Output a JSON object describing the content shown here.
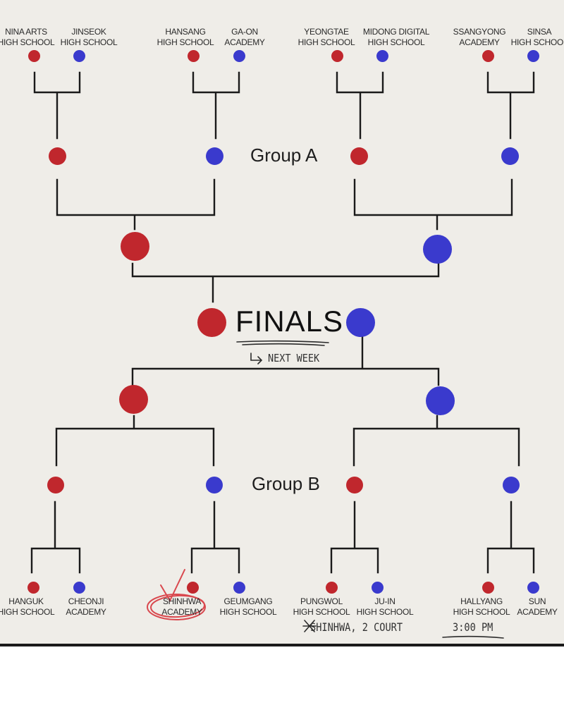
{
  "finals": {
    "label": "FINALS",
    "note": "NEXT WEEK"
  },
  "group_a": {
    "label": "Group A",
    "teams": [
      {
        "line1": "NINA ARTS",
        "line2": "HIGH SCHOOL",
        "color": "red"
      },
      {
        "line1": "JINSEOK",
        "line2": "HIGH SCHOOL",
        "color": "blue"
      },
      {
        "line1": "HANSANG",
        "line2": "HIGH SCHOOL",
        "color": "red"
      },
      {
        "line1": "GA-ON",
        "line2": "ACADEMY",
        "color": "blue"
      },
      {
        "line1": "YEONGTAE",
        "line2": "HIGH SCHOOL",
        "color": "red"
      },
      {
        "line1": "MIDONG DIGITAL",
        "line2": "HIGH SCHOOL",
        "color": "blue"
      },
      {
        "line1": "SSANGYONG",
        "line2": "ACADEMY",
        "color": "red"
      },
      {
        "line1": "SINSA",
        "line2": "HIGH SCHOOL",
        "color": "blue"
      }
    ]
  },
  "group_b": {
    "label": "Group B",
    "teams": [
      {
        "line1": "HANGUK",
        "line2": "HIGH SCHOOL",
        "color": "red"
      },
      {
        "line1": "CHEONJI",
        "line2": "ACADEMY",
        "color": "blue"
      },
      {
        "line1": "SHINHWA",
        "line2": "ACADEMY",
        "color": "red"
      },
      {
        "line1": "GEUMGANG",
        "line2": "HIGH SCHOOL",
        "color": "blue"
      },
      {
        "line1": "PUNGWOL",
        "line2": "HIGH SCHOOL",
        "color": "red"
      },
      {
        "line1": "JU-IN",
        "line2": "HIGH SCHOOL",
        "color": "blue"
      },
      {
        "line1": "HALLYANG",
        "line2": "HIGH SCHOOL",
        "color": "red"
      },
      {
        "line1": "SUN",
        "line2": "ACADEMY",
        "color": "blue"
      }
    ]
  },
  "handwritten_note": {
    "text": "SHINHWA, 2 COURT",
    "time": "3:00 PM"
  },
  "colors": {
    "red": "#c0272d",
    "blue": "#3a3acd",
    "background": "#efede8",
    "annotation": "#d9484e"
  }
}
